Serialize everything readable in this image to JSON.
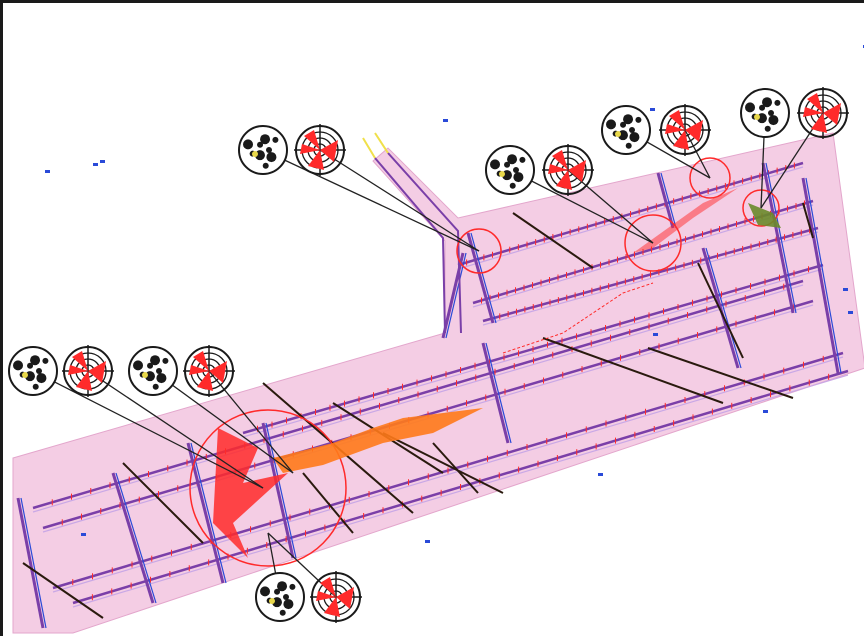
{
  "colors": {
    "zone_fill": "#f4cde4",
    "zone_edge": "#e3a6cc",
    "roadway": "#7a3fa8",
    "roadway_fill": "#c9a8e6",
    "fault": "#2a1a0e",
    "anomaly_red": "#ff2a2a",
    "anomaly_orange": "#ff7a1a",
    "survey_point": "#2a4ad8",
    "rosette_dark": "#1a1a1a",
    "rosette_yellow": "#e8d84a",
    "leader_line": "#222222"
  },
  "rosette_pairs": [
    {
      "name": "pair-top-left"
    },
    {
      "name": "pair-top-center"
    },
    {
      "name": "pair-top-right-a"
    },
    {
      "name": "pair-top-right-b"
    },
    {
      "name": "pair-left-a"
    },
    {
      "name": "pair-left-b"
    },
    {
      "name": "pair-bottom"
    }
  ],
  "marker_icons": [
    "circle-target-icon",
    "rose-diagram-icon"
  ]
}
